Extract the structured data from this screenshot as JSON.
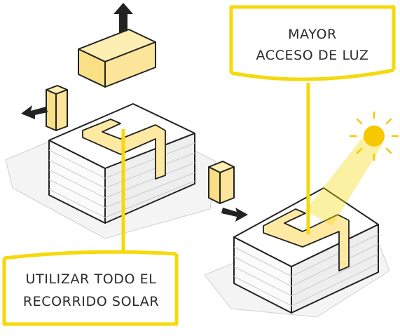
{
  "labels": {
    "top_right_line1": "MAYOR",
    "top_right_line2": "ACCESO DE LUZ",
    "bottom_left_line1": "UTILIZAR TODO EL",
    "bottom_left_line2": "RECORRIDO SOLAR"
  },
  "colors": {
    "accent": "#f5d90a",
    "volume_fill": "#fde9a1",
    "sun": "#f7c800",
    "building": "#f2f2f2",
    "outline": "#222222"
  },
  "icons": [
    "arrow-up-icon",
    "arrow-left-icon",
    "arrow-right-icon",
    "sun-icon"
  ]
}
